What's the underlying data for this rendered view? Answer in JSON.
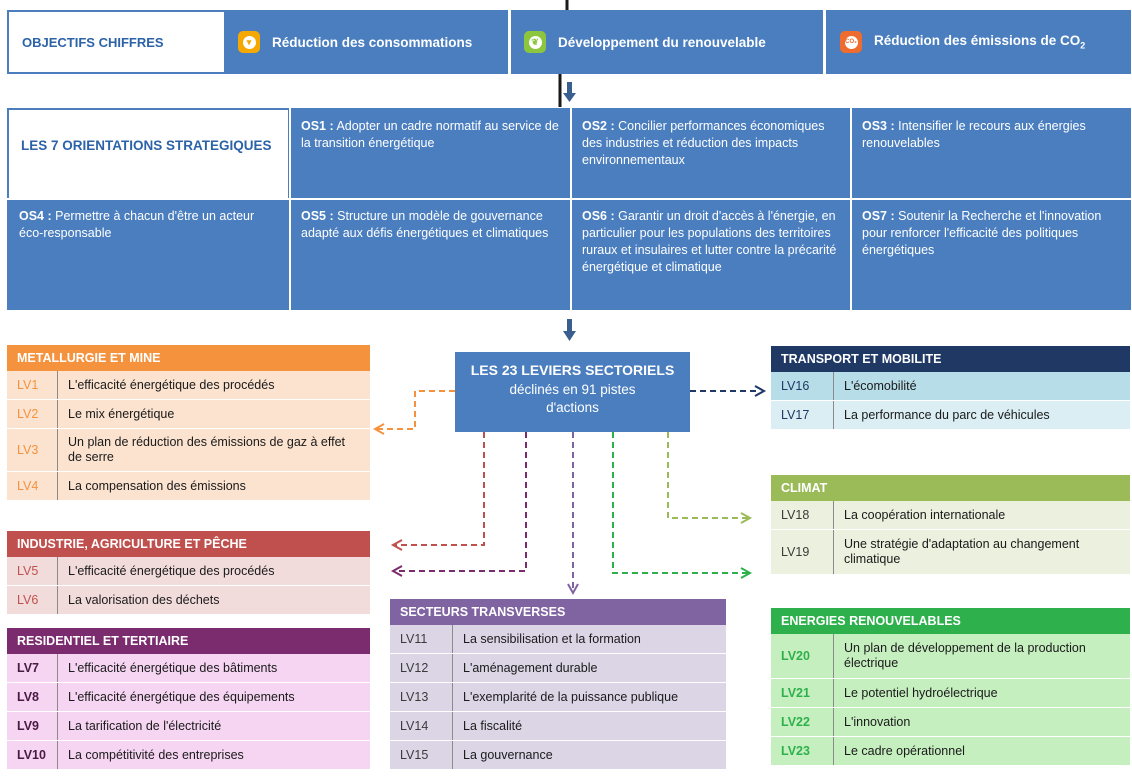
{
  "objectives": {
    "title": "OBJECTIFS CHIFFRES",
    "items": [
      {
        "label": "Réduction des consommations",
        "icon": "energy-drop-icon",
        "color": "#f5a800"
      },
      {
        "label": "Développement du renouvelable",
        "icon": "leaf-icon",
        "color": "#8cc63e"
      },
      {
        "label": "Réduction des émissions de CO",
        "sub": "2",
        "icon": "co2-cloud-icon",
        "icon_text": "CO₂",
        "color": "#ed6c2e"
      }
    ]
  },
  "orientations": {
    "title": "LES 7 ORIENTATIONS STRATEGIQUES",
    "items": [
      {
        "code": "OS1 :",
        "text": " Adopter un cadre normatif au service de la transition énergétique"
      },
      {
        "code": "OS2 :",
        "text": " Concilier performances économiques des industries et réduction des impacts environnementaux"
      },
      {
        "code": "OS3 :",
        "text": " Intensifier le recours aux énergies renouvelables"
      },
      {
        "code": "OS4 :",
        "text": " Permettre à chacun d'être un acteur éco-responsable"
      },
      {
        "code": "OS5 :",
        "text": " Structure un modèle de gouvernance adapté aux défis énergétiques et climatiques"
      },
      {
        "code": "OS6 :",
        "text": " Garantir un droit d'accès à l'énergie, en particulier pour les populations des territoires ruraux et insulaires et lutter contre la précarité énergétique et climatique"
      },
      {
        "code": "OS7 :",
        "text": " Soutenir la Recherche et l'innovation pour renforcer l'efficacité des politiques énergétiques"
      }
    ]
  },
  "center": {
    "title": "LES 23 LEVIERS SECTORIELS",
    "subtitle": "déclinés en 91 pistes d'actions"
  },
  "groups": {
    "metallurgie": {
      "title": "METALLURGIE ET MINE",
      "header_color": "#f5923e",
      "row_color": "#fbe3d0",
      "code_color": "#f5923e",
      "rows": [
        {
          "code": "LV1",
          "label": "L'efficacité énergétique des procédés"
        },
        {
          "code": "LV2",
          "label": "Le mix énergétique"
        },
        {
          "code": "LV3",
          "label": "Un plan de réduction des émissions de gaz à effet de serre"
        },
        {
          "code": "LV4",
          "label": "La compensation des émissions"
        }
      ]
    },
    "industrie": {
      "title": "INDUSTRIE, AGRICULTURE ET PÊCHE",
      "header_color": "#c0504d",
      "row_color": "#f2dcdb",
      "code_color": "#c0504d",
      "rows": [
        {
          "code": "LV5",
          "label": "L'efficacité énergétique des procédés"
        },
        {
          "code": "LV6",
          "label": "La valorisation des déchets"
        }
      ]
    },
    "residentiel": {
      "title": "RESIDENTIEL ET TERTIAIRE",
      "header_color": "#7b2c6e",
      "row_color": "#f6d5f2",
      "code_color": "#4a1a44",
      "rows": [
        {
          "code": "LV7",
          "label": "L'efficacité énergétique des bâtiments"
        },
        {
          "code": "LV8",
          "label": "L'efficacité énergétique des équipements"
        },
        {
          "code": "LV9",
          "label": "La tarification de l'électricité"
        },
        {
          "code": "LV10",
          "label": "La compétitivité des entreprises"
        }
      ]
    },
    "transverses": {
      "title": "SECTEURS TRANSVERSES",
      "header_color": "#8064a2",
      "row_color": "#dcd5e6",
      "code_color": "#3a3a3a",
      "rows": [
        {
          "code": "LV11",
          "label": "La sensibilisation et la formation"
        },
        {
          "code": "LV12",
          "label": "L'aménagement durable"
        },
        {
          "code": "LV13",
          "label": "L'exemplarité de la puissance publique"
        },
        {
          "code": "LV14",
          "label": "La fiscalité"
        },
        {
          "code": "LV15",
          "label": "La gouvernance"
        }
      ]
    },
    "transport": {
      "title": "TRANSPORT ET MOBILITE",
      "header_color": "#1f3864",
      "row_color": "#daeef3",
      "code_color": "#1f3864",
      "rows": [
        {
          "code": "LV16",
          "label": "L'écomobilité"
        },
        {
          "code": "LV17",
          "label": "La performance du parc de véhicules"
        }
      ]
    },
    "climat": {
      "title": "CLIMAT",
      "header_color": "#9bbb59",
      "row_color": "#ebf1de",
      "code_color": "#3a3a3a",
      "rows": [
        {
          "code": "LV18",
          "label": "La coopération internationale"
        },
        {
          "code": "LV19",
          "label": "Une stratégie d'adaptation au changement climatique"
        }
      ]
    },
    "renouvelables": {
      "title": "ENERGIES RENOUVELABLES",
      "header_color": "#2eb14c",
      "row_color": "#c6efc0",
      "code_color": "#2eb14c",
      "rows": [
        {
          "code": "LV20",
          "label": "Un plan de développement de la production électrique"
        },
        {
          "code": "LV21",
          "label": "Le potentiel hydroélectrique"
        },
        {
          "code": "LV22",
          "label": "L'innovation"
        },
        {
          "code": "LV23",
          "label": "Le cadre opérationnel"
        }
      ]
    }
  }
}
